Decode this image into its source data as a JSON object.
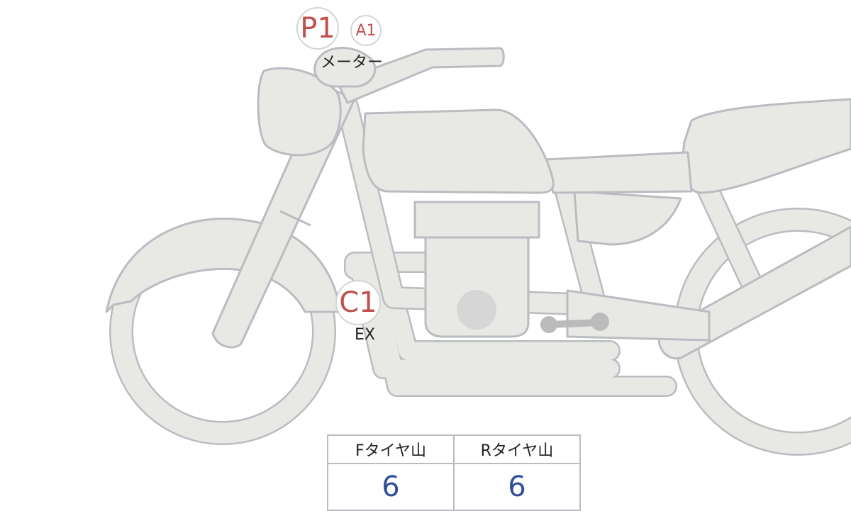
{
  "markers": [
    {
      "code": "P1",
      "label": "メーター"
    },
    {
      "code": "A1",
      "label": ""
    },
    {
      "code": "C1",
      "label": "EX"
    }
  ],
  "tire_table": {
    "headers": [
      "Fタイヤ山",
      "Rタイヤ山"
    ],
    "values": [
      "6",
      "6"
    ],
    "value_color": "#2f4f9a"
  },
  "colors": {
    "marker_text": "#c0504d",
    "body_fill": "#e8e8e5",
    "outline": "#b9bcc0"
  }
}
